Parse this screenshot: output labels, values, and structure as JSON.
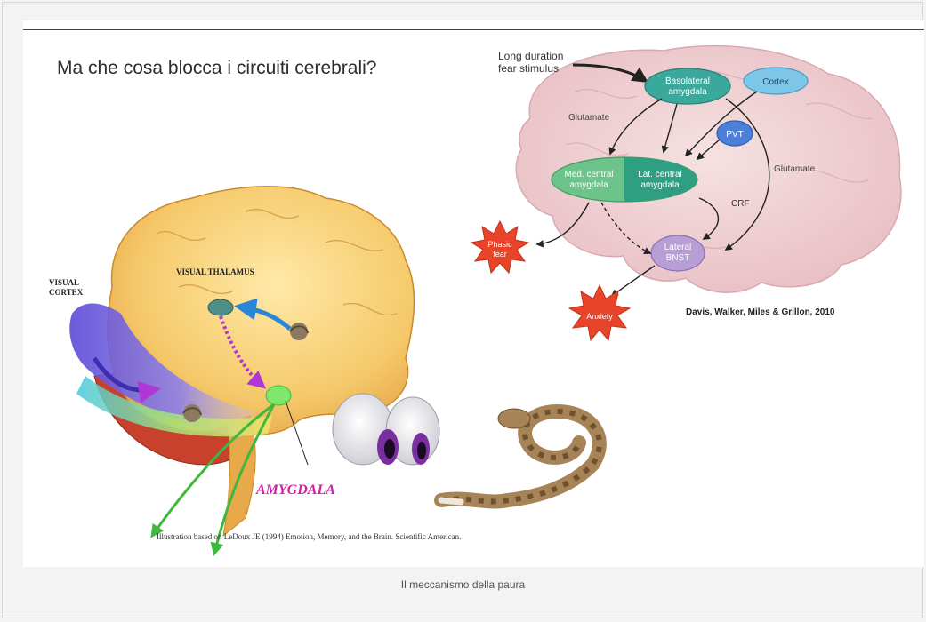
{
  "slide": {
    "title": "Ma che cosa blocca i circuiti cerebrali?",
    "credit": "Illustration based on LeDoux JE (1994) Emotion, Memory, and the Brain. Scientific American."
  },
  "left_figure": {
    "visual_cortex": [
      "VISUAL",
      "CORTEX"
    ],
    "visual_thalamus": "VISUAL THALAMUS",
    "amygdala": "AMYGDALA"
  },
  "circuit": {
    "stimulus": [
      "Long duration",
      "fear stimulus"
    ],
    "bla": [
      "Basolateral",
      "amygdala"
    ],
    "cortex": "Cortex",
    "pvt": "PVT",
    "glutamate_left": "Glutamate",
    "glutamate_right": "Glutamate",
    "medial_central": [
      "Med. central",
      "amygdala"
    ],
    "lateral_central": [
      "Lat. central",
      "amygdala"
    ],
    "crf": "CRF",
    "bnst": [
      "Lateral",
      "BNST"
    ],
    "phasic_fear": [
      "Phasic",
      "fear"
    ],
    "anxiety": "Anxiety",
    "citation": "Davis, Walker, Miles & Grillon, 2010"
  },
  "caption": "Il meccanismo della paura",
  "colors": {
    "accent_line": "#8b2232",
    "teal_node": "#3aa89a",
    "green_node": "#6cc48a",
    "blue_node": "#7ec6e8",
    "star": "#e8442a",
    "amygdala_label": "#d21ca8"
  }
}
